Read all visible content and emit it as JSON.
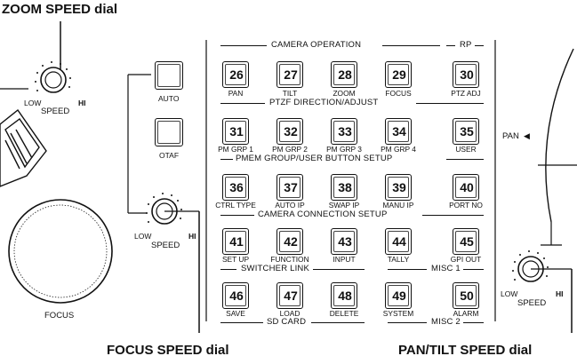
{
  "callouts": {
    "zoom_speed_dial": "ZOOM SPEED dial",
    "focus_speed_dial": "FOCUS SPEED dial",
    "pan_tilt_speed_dial": "PAN/TILT SPEED dial"
  },
  "dials": {
    "zoom": {
      "low": "LOW",
      "hi": "HI",
      "label": "SPEED"
    },
    "focus": {
      "low": "LOW",
      "hi": "HI",
      "label": "SPEED"
    },
    "pan_tilt": {
      "low": "LOW",
      "hi": "HI",
      "label": "SPEED"
    }
  },
  "left_panel": {
    "auto": "AUTO",
    "otaf": "OTAF",
    "focus": "FOCUS",
    "pan": "PAN"
  },
  "sections": {
    "camera_operation": "CAMERA OPERATION",
    "rp": "RP",
    "ptzf": "PTZF DIRECTION/ADJUST",
    "pmem": "PMEM GROUP/USER BUTTON SETUP",
    "camera_connection": "CAMERA CONNECTION SETUP",
    "switcher_link": "SWITCHER LINK",
    "misc1": "MISC 1",
    "sd_card": "SD CARD",
    "misc2": "MISC 2"
  },
  "buttons": [
    {
      "num": "26",
      "label": "PAN"
    },
    {
      "num": "27",
      "label": "TILT"
    },
    {
      "num": "28",
      "label": "ZOOM"
    },
    {
      "num": "29",
      "label": "FOCUS"
    },
    {
      "num": "30",
      "label": "PTZ ADJ"
    },
    {
      "num": "31",
      "label": "PM GRP 1"
    },
    {
      "num": "32",
      "label": "PM GRP 2"
    },
    {
      "num": "33",
      "label": "PM GRP 3"
    },
    {
      "num": "34",
      "label": "PM GRP 4"
    },
    {
      "num": "35",
      "label": "USER"
    },
    {
      "num": "36",
      "label": "CTRL TYPE"
    },
    {
      "num": "37",
      "label": "AUTO IP"
    },
    {
      "num": "38",
      "label": "SWAP IP"
    },
    {
      "num": "39",
      "label": "MANU IP"
    },
    {
      "num": "40",
      "label": "PORT NO"
    },
    {
      "num": "41",
      "label": "SET UP"
    },
    {
      "num": "42",
      "label": "FUNCTION"
    },
    {
      "num": "43",
      "label": "INPUT"
    },
    {
      "num": "44",
      "label": "TALLY"
    },
    {
      "num": "45",
      "label": "GPI OUT"
    },
    {
      "num": "46",
      "label": "SAVE"
    },
    {
      "num": "47",
      "label": "LOAD"
    },
    {
      "num": "48",
      "label": "DELETE"
    },
    {
      "num": "49",
      "label": "SYSTEM"
    },
    {
      "num": "50",
      "label": "ALARM"
    }
  ]
}
